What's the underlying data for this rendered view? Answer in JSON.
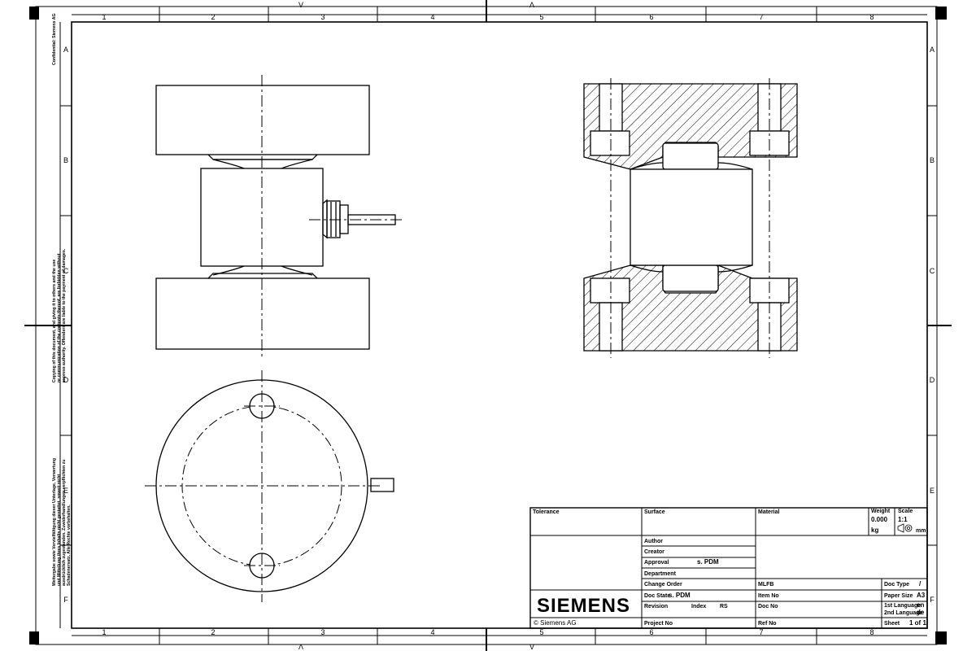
{
  "frame": {
    "columns": [
      "1",
      "2",
      "3",
      "4",
      "5",
      "6",
      "7",
      "8"
    ],
    "rows": [
      "A",
      "B",
      "C",
      "D",
      "E",
      "F"
    ],
    "center_marks": [
      "V",
      "Λ"
    ]
  },
  "side_note": {
    "lines": [
      "Weitergabe sowie Vervielfältigung dieser Unterlage, Verwertung",
      "und Mitteilung ihres Inhalts nicht gestattet, soweit nicht",
      "ausdrücklich zugestanden. Zuwiderhandlungen verpflichten zu",
      "Schadenersatz. Alle Rechte vorbehalten.",
      "Copying of this document, and giving it to others and the use",
      "or communication of the contents thereof, are forbidden without",
      "express authority. Offenders are liable to the payment of damages.",
      "Confidential: Siemens AG"
    ]
  },
  "title_block": {
    "tolerance_label": "Tolerance",
    "surface_label": "Surface",
    "material_label": "Material",
    "weight_label": "Weight",
    "weight_value": "0.000",
    "weight_unit": "kg",
    "scale_label": "Scale",
    "scale_value": "1:1",
    "unit_value": "mm",
    "author_label": "Author",
    "creator_label": "Creator",
    "approval_label": "Approval",
    "approval_value": "s. PDM",
    "department_label": "Department",
    "change_order_label": "Change Order",
    "doc_state_label": "Doc State",
    "doc_state_value": "s. PDM",
    "revision_label": "Revision",
    "index_label": "Index",
    "index_value": "RS",
    "project_label": "Project No",
    "item_no_label": "Item No",
    "doc_no_label": "Doc No",
    "ref_no_label": "Ref No",
    "mlfb_label": "MLFB",
    "doc_type_label": "Doc Type",
    "doc_type_value": "/",
    "paper_size_label": "Paper Size",
    "paper_size_value": "A3",
    "lang1_label": "1st Language",
    "lang1_value": "en",
    "lang2_label": "2nd Language",
    "lang2_value": "de",
    "sheet_label": "Sheet",
    "sheet_value": "1 of 1",
    "brand": "SIEMENS",
    "copyright": "© Siemens AG"
  }
}
